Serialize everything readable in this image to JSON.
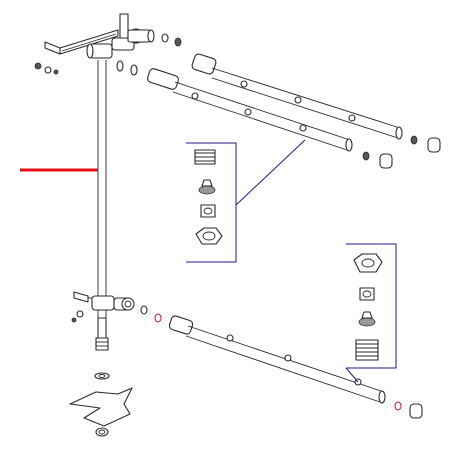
{
  "figure": {
    "kind": "exploded-parts-diagram",
    "colors": {
      "line": "#2a2a2a",
      "pointer": "#e0101a",
      "callout_frame": "#1a1a8c",
      "background": "#ffffff"
    },
    "callouts": [
      {
        "name": "upper-detail-callout",
        "parts": [
          "threaded-insert",
          "nozzle",
          "square-fitting",
          "hex-nut"
        ]
      },
      {
        "name": "lower-detail-callout",
        "parts": [
          "hex-nut",
          "square-fitting",
          "nozzle",
          "threaded-insert"
        ]
      }
    ]
  }
}
